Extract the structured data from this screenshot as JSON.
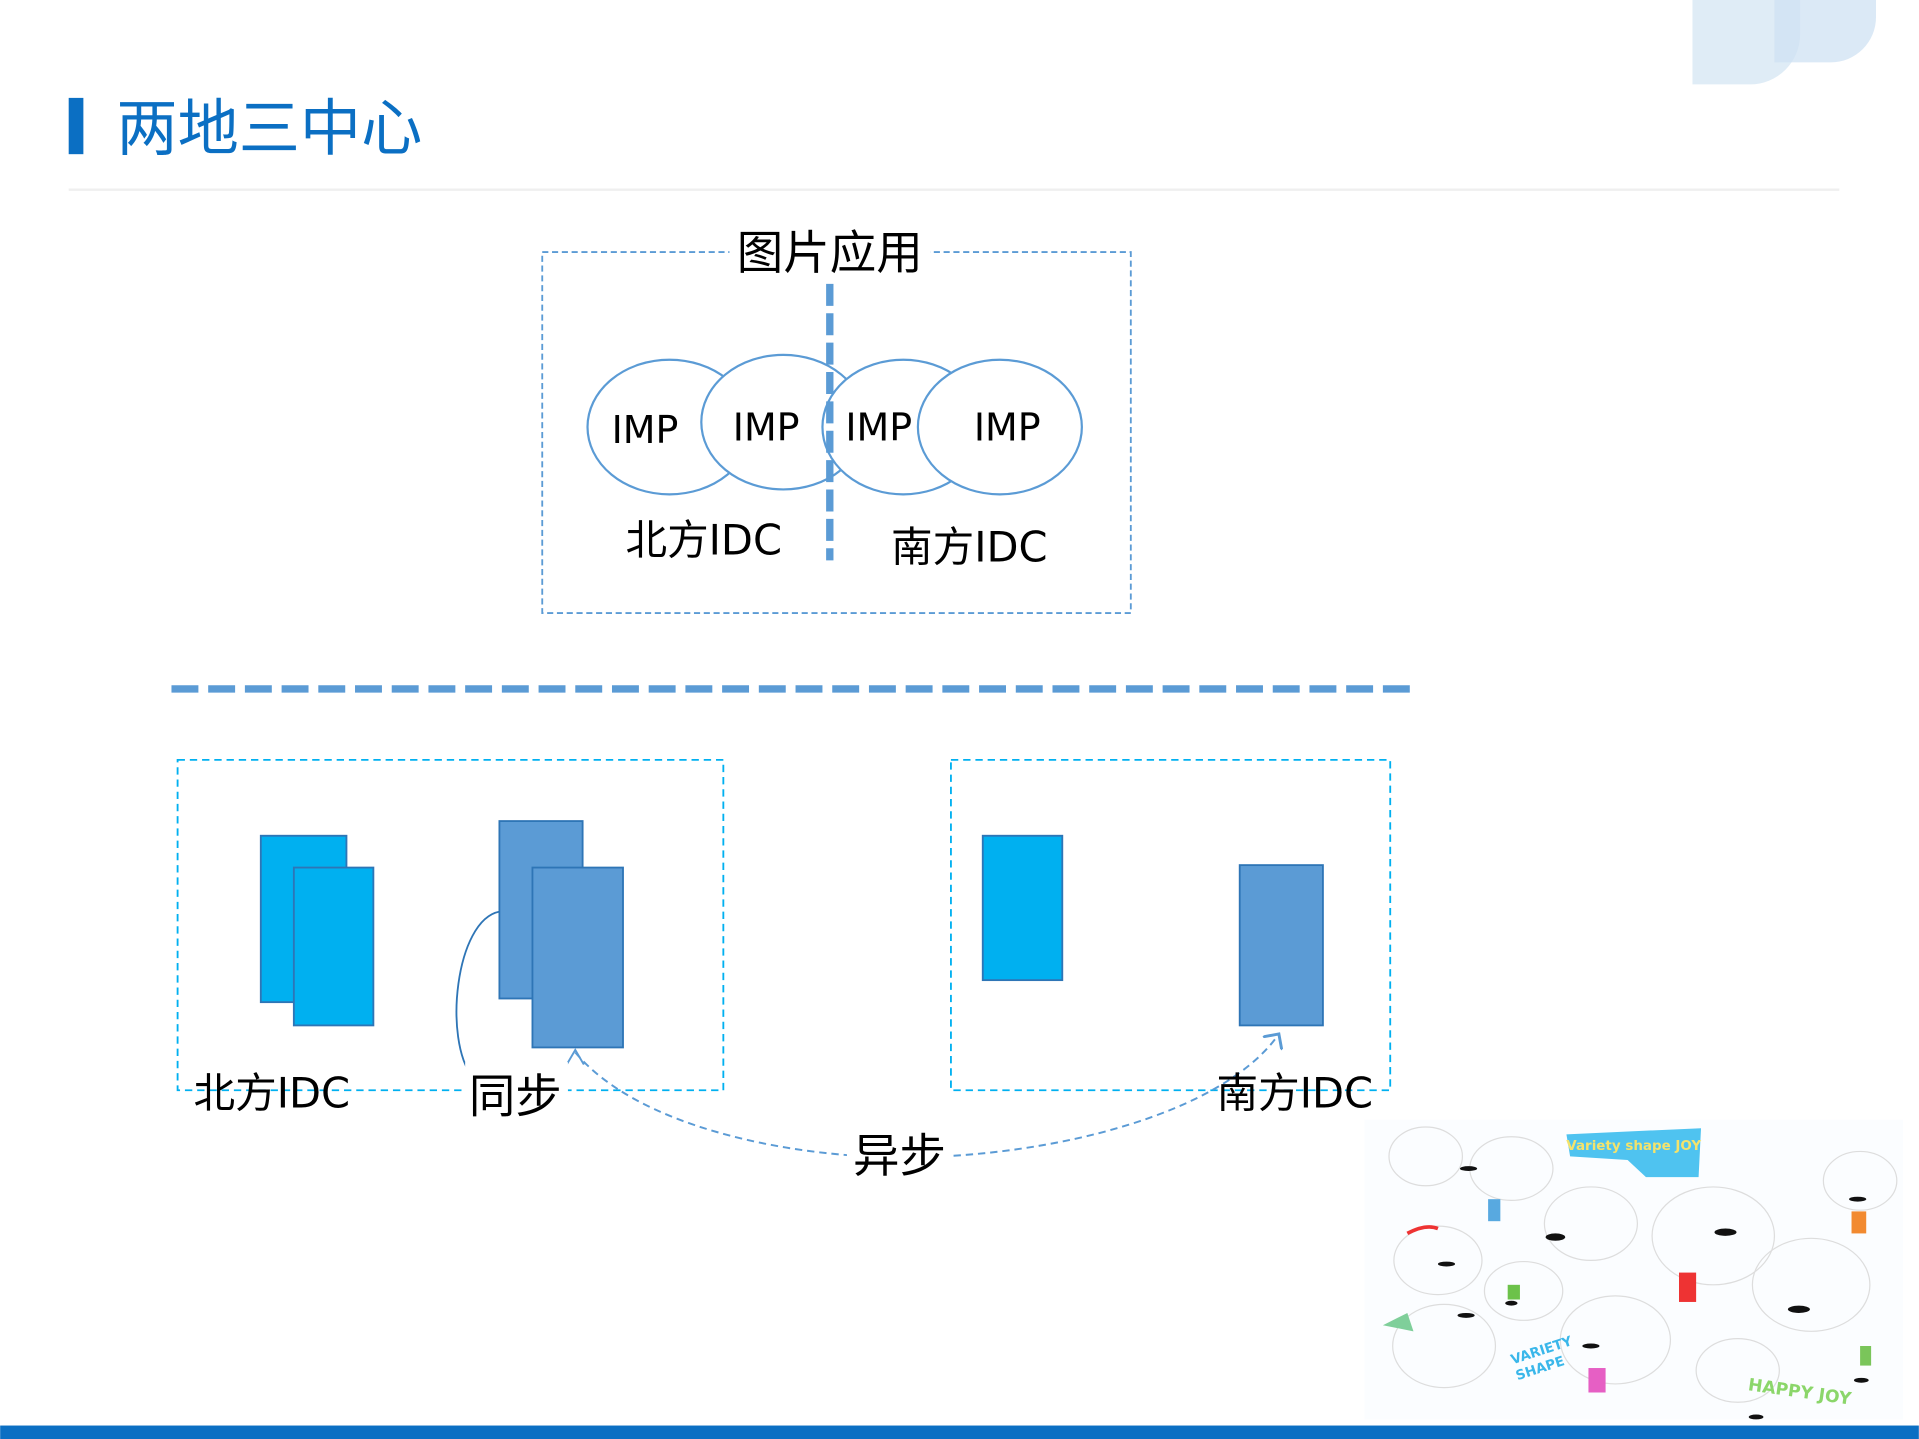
{
  "slide": {
    "title": "两地三中心",
    "accent_color": "#0b6fc3",
    "line_color": "#5b9bd5",
    "cyan_color": "#00b0f0"
  },
  "top_diagram": {
    "title": "图片应用",
    "nodes": [
      "IMP",
      "IMP",
      "IMP",
      "IMP"
    ],
    "north_label": "北方IDC",
    "south_label": "南方IDC"
  },
  "bottom_diagram": {
    "north_label": "北方IDC",
    "south_label": "南方IDC",
    "sync_label": "同步",
    "async_label": "异步"
  },
  "decor_image": {
    "texts": [
      "Variety shape JOY",
      "VARIETY SHAPE",
      "HAPPY JOY"
    ]
  }
}
